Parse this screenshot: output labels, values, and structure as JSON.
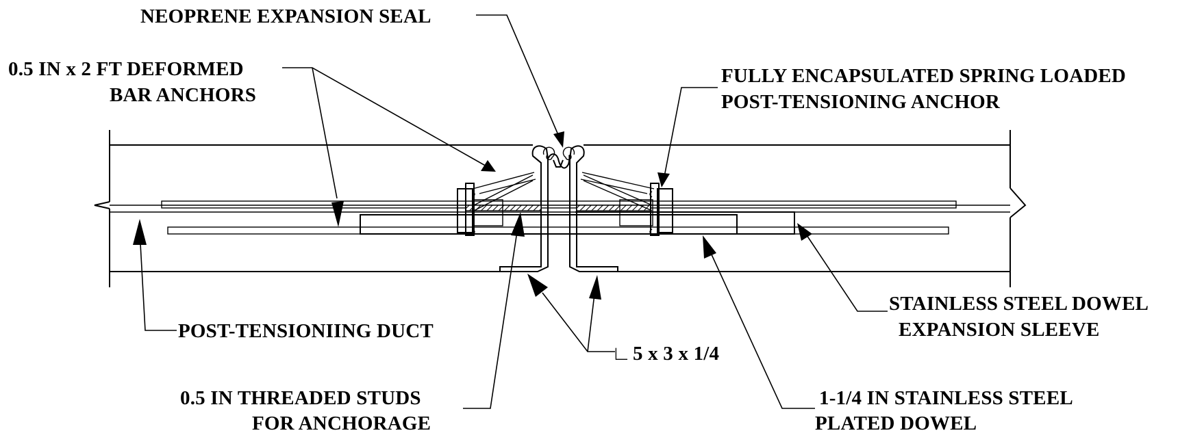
{
  "labels": {
    "neoprene_seal": "NEOPRENE EXPANSION SEAL",
    "bar_anchors_line1": "0.5 IN x 2 FT DEFORMED",
    "bar_anchors_line2": "BAR ANCHORS",
    "pt_anchor_line1": "FULLY ENCAPSULATED SPRING LOADED",
    "pt_anchor_line2": "POST-TENSIONING ANCHOR",
    "pt_duct": "POST-TENSIONIING DUCT",
    "sleeve_line1": "STAINLESS STEEL DOWEL",
    "sleeve_line2": "EXPANSION SLEEVE",
    "angle_symbol": "∟",
    "angle_size": "5 x 3 x 1/4",
    "studs_line1": "0.5 IN THREADED STUDS",
    "studs_line2": "FOR ANCHORAGE",
    "dowel_line1": "1-1/4 IN STAINLESS STEEL",
    "dowel_line2": "PLATED DOWEL"
  },
  "colors": {
    "ink": "#000000",
    "background": "#ffffff"
  }
}
